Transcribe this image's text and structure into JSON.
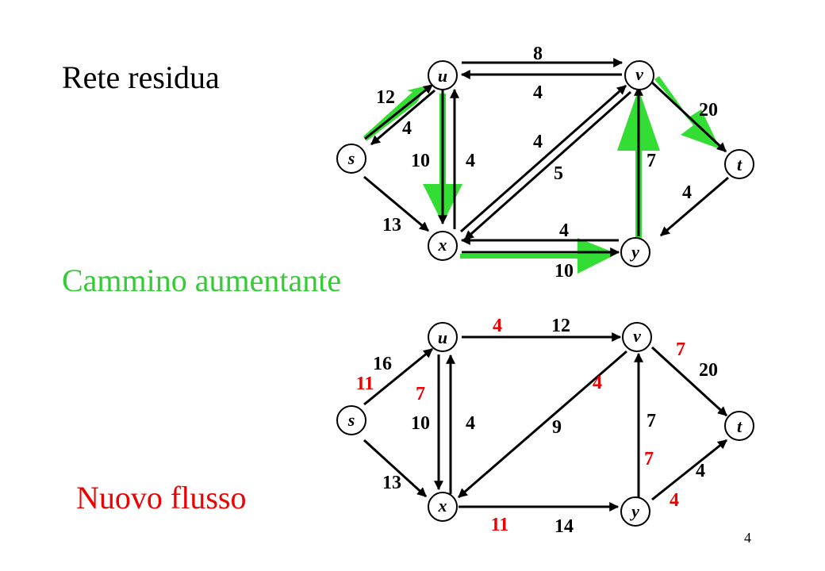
{
  "titles": {
    "residual": "Rete residua",
    "augmenting": "Cammino aumentante",
    "new_flow": "Nuovo flusso"
  },
  "page_number": "4",
  "colors": {
    "text": "#000000",
    "highlight_green": "#33dd33",
    "augmenting_title": "#33cc33",
    "flow_red": "#ee0000",
    "new_flow_title": "#ee0000"
  },
  "nodes": {
    "s": "s",
    "u": "u",
    "v": "v",
    "x": "x",
    "y": "y",
    "t": "t"
  },
  "residual_graph": {
    "edge_labels": {
      "u_v_fwd": "8",
      "v_u_back": "4",
      "s_u_fwd": "12",
      "u_s_back": "4",
      "v_t": "20",
      "x_v_fwd": "4",
      "v_x_back": "5",
      "u_x": "10",
      "x_u": "4",
      "y_v": "7",
      "t_y": "4",
      "s_x": "13",
      "y_x": "4",
      "x_y": "10"
    },
    "augmenting_path": [
      "s",
      "u",
      "x",
      "y",
      "v",
      "t"
    ]
  },
  "flow_graph": {
    "capacities": {
      "u_v": "12",
      "s_u": "16",
      "v_t": "20",
      "u_x": "10",
      "x_u": "4",
      "v_x": "9",
      "y_v": "7",
      "y_t": "4",
      "s_x": "13",
      "x_y": "14"
    },
    "flows": {
      "u_v": "4",
      "s_u": "11",
      "v_t": "7",
      "u_x": "7",
      "v_x": "4",
      "y_v": "7",
      "y_t": "4",
      "x_y": "11"
    }
  }
}
